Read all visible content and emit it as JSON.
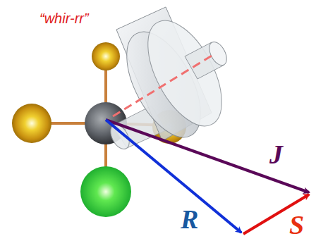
{
  "diagram": {
    "labels": [
      "“whir-rr”",
      "J",
      "R",
      "S"
    ]
  }
}
